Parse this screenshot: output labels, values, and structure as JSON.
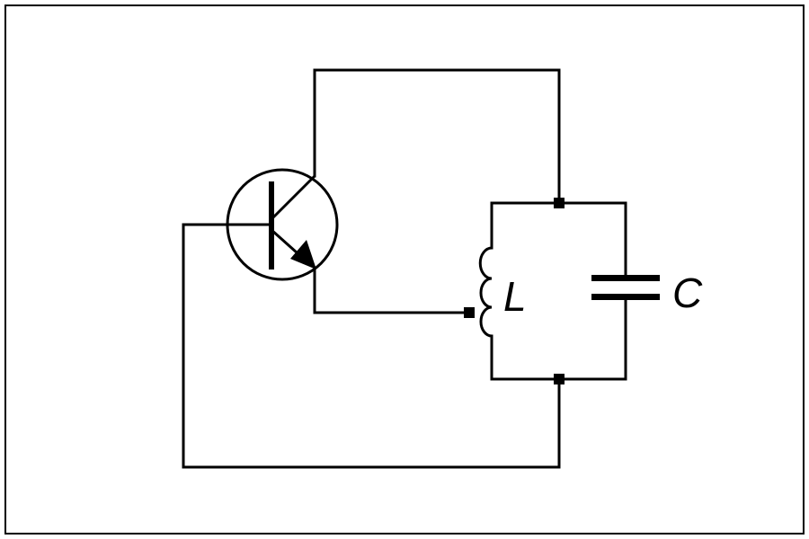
{
  "labels": {
    "inductor": "L",
    "capacitor": "C"
  },
  "colors": {
    "line": "#000000",
    "background": "#ffffff",
    "frame": "#000000"
  },
  "components": {
    "transistor": {
      "kind": "npn-transistor"
    },
    "inductor": {
      "kind": "inductor",
      "tapped": true
    },
    "capacitor": {
      "kind": "capacitor"
    }
  }
}
